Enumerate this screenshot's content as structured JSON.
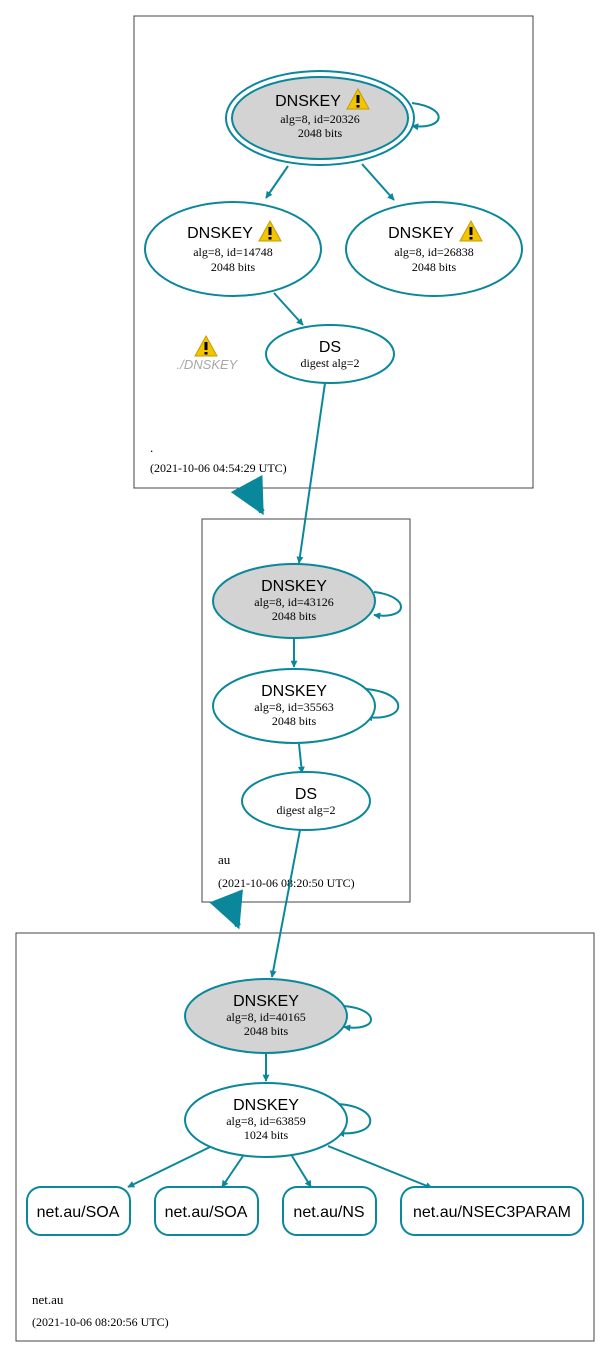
{
  "colors": {
    "edge": "#0a879a",
    "ksk_fill": "#d3d3d3",
    "warning": "#f2c500"
  },
  "zones": {
    "root": {
      "name": ".",
      "date": "(2021-10-06 04:54:29 UTC)"
    },
    "au": {
      "name": "au",
      "date": "(2021-10-06 08:20:50 UTC)"
    },
    "netau": {
      "name": "net.au",
      "date": "(2021-10-06 08:20:56 UTC)"
    }
  },
  "nodes": {
    "root_ksk": {
      "title": "DNSKEY",
      "line1": "alg=8, id=20326",
      "line2": "2048 bits",
      "icon": "warning-icon"
    },
    "root_zsk1": {
      "title": "DNSKEY",
      "line1": "alg=8, id=14748",
      "line2": "2048 bits",
      "icon": "warning-icon"
    },
    "root_zsk2": {
      "title": "DNSKEY",
      "line1": "alg=8, id=26838",
      "line2": "2048 bits",
      "icon": "warning-icon"
    },
    "root_ds": {
      "title": "DS",
      "line1": "digest alg=2"
    },
    "root_ghost": {
      "label": "./DNSKEY",
      "icon": "warning-icon"
    },
    "au_ksk": {
      "title": "DNSKEY",
      "line1": "alg=8, id=43126",
      "line2": "2048 bits"
    },
    "au_zsk": {
      "title": "DNSKEY",
      "line1": "alg=8, id=35563",
      "line2": "2048 bits"
    },
    "au_ds": {
      "title": "DS",
      "line1": "digest alg=2"
    },
    "netau_ksk": {
      "title": "DNSKEY",
      "line1": "alg=8, id=40165",
      "line2": "2048 bits"
    },
    "netau_zsk": {
      "title": "DNSKEY",
      "line1": "alg=8, id=63859",
      "line2": "1024 bits"
    }
  },
  "records": [
    "net.au/SOA",
    "net.au/SOA",
    "net.au/NS",
    "net.au/NSEC3PARAM"
  ]
}
